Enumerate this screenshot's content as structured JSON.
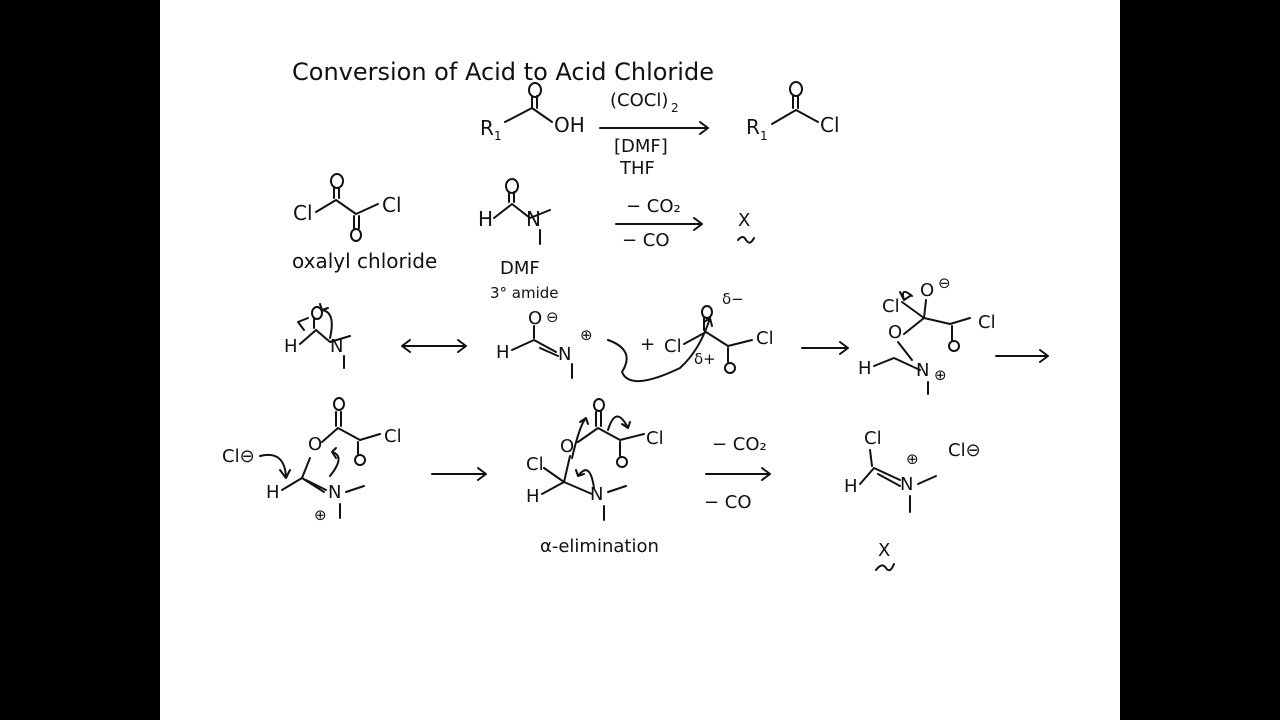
{
  "title": "Conversion of Acid to Acid Chloride",
  "reaction1": {
    "r_group": "R",
    "r_subscript": "1",
    "hydroxyl": "OH",
    "chloride": "Cl",
    "oxygen": "O",
    "reagent_top": "(COCl)",
    "reagent_top_sub": "2",
    "reagent_catalyst": "[DMF]",
    "reagent_solvent": "THF"
  },
  "reagents": {
    "oxalyl_name": "oxalyl chloride",
    "oxalyl_cl": "Cl",
    "oxalyl_o": "O",
    "dmf_h": "H",
    "dmf_n": "N",
    "dmf_o": "O",
    "dmf_name": "DMF",
    "dmf_class": "3° amide",
    "loss_co2": "− CO₂",
    "loss_co": "− CO",
    "not_product": "X"
  },
  "row3": {
    "h": "H",
    "n": "N",
    "o": "O",
    "cl": "Cl",
    "plus_charge": "⊕",
    "minus_charge": "⊖",
    "plus_sign": "+",
    "delta_minus": "δ−",
    "delta_plus": "δ+"
  },
  "row4": {
    "chloride_ion": "Cl⊖",
    "h": "H",
    "n": "N",
    "o": "O",
    "cl": "Cl",
    "plus_charge": "⊕",
    "loss_co2": "− CO₂",
    "loss_co": "− CO",
    "elimination_label": "α-elimination",
    "product_cl_ion": "Cl⊖",
    "not_product": "X"
  }
}
